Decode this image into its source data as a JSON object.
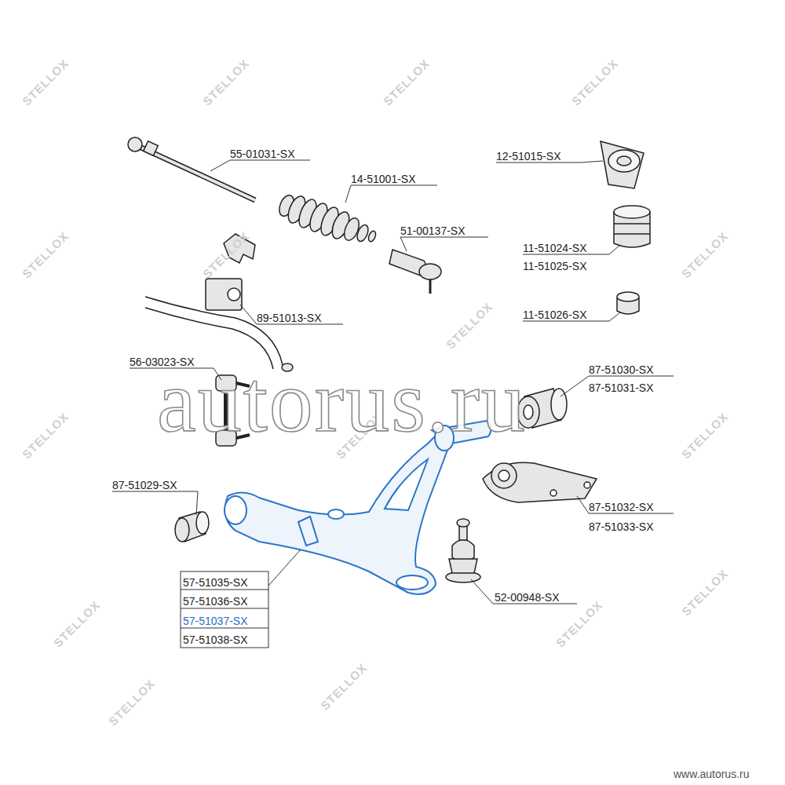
{
  "diagram": {
    "labels": [
      "55-01031-SX",
      "14-51001-SX",
      "12-51015-SX",
      "51-00137-SX",
      "11-51024-SX",
      "11-51025-SX",
      "11-51026-SX",
      "89-51013-SX",
      "56-03023-SX",
      "87-51030-SX",
      "87-51031-SX",
      "87-51029-SX",
      "87-51032-SX",
      "87-51033-SX",
      "57-51035-SX",
      "57-51036-SX",
      "57-51037-SX",
      "57-51038-SX",
      "52-00948-SX",
      "autorus.ru",
      "www.autorus.ru",
      "STELLOX",
      "STELLOX",
      "STELLOX",
      "STELLOX",
      "STELLOX",
      "STELLOX",
      "STELLOX",
      "STELLOX",
      "STELLOX",
      "STELLOX",
      "STELLOX",
      "STELLOX",
      "STELLOX",
      "STELLOX",
      "STELLOX",
      "STELLOX"
    ]
  }
}
